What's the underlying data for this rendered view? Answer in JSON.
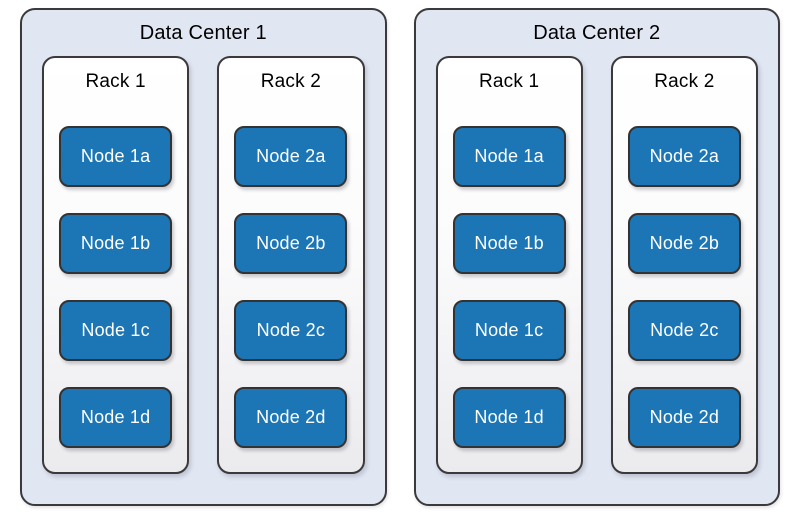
{
  "diagram": {
    "title": "Data center / rack / node topology diagram",
    "colors": {
      "datacenter_bg": "#e1e6f3",
      "rack_bg_top": "#ffffff",
      "rack_bg_bottom": "#ebebee",
      "node_bg": "#1c76b5",
      "node_text": "#ffffff",
      "border": "#3a3a3a",
      "label_text": "#000000"
    },
    "data_centers": [
      {
        "label": "Data Center 1",
        "racks": [
          {
            "label": "Rack 1",
            "nodes": [
              "Node 1a",
              "Node 1b",
              "Node 1c",
              "Node 1d"
            ]
          },
          {
            "label": "Rack 2",
            "nodes": [
              "Node 2a",
              "Node 2b",
              "Node 2c",
              "Node 2d"
            ]
          }
        ]
      },
      {
        "label": "Data Center 2",
        "racks": [
          {
            "label": "Rack 1",
            "nodes": [
              "Node 1a",
              "Node 1b",
              "Node 1c",
              "Node 1d"
            ]
          },
          {
            "label": "Rack 2",
            "nodes": [
              "Node 2a",
              "Node 2b",
              "Node 2c",
              "Node 2d"
            ]
          }
        ]
      }
    ]
  }
}
